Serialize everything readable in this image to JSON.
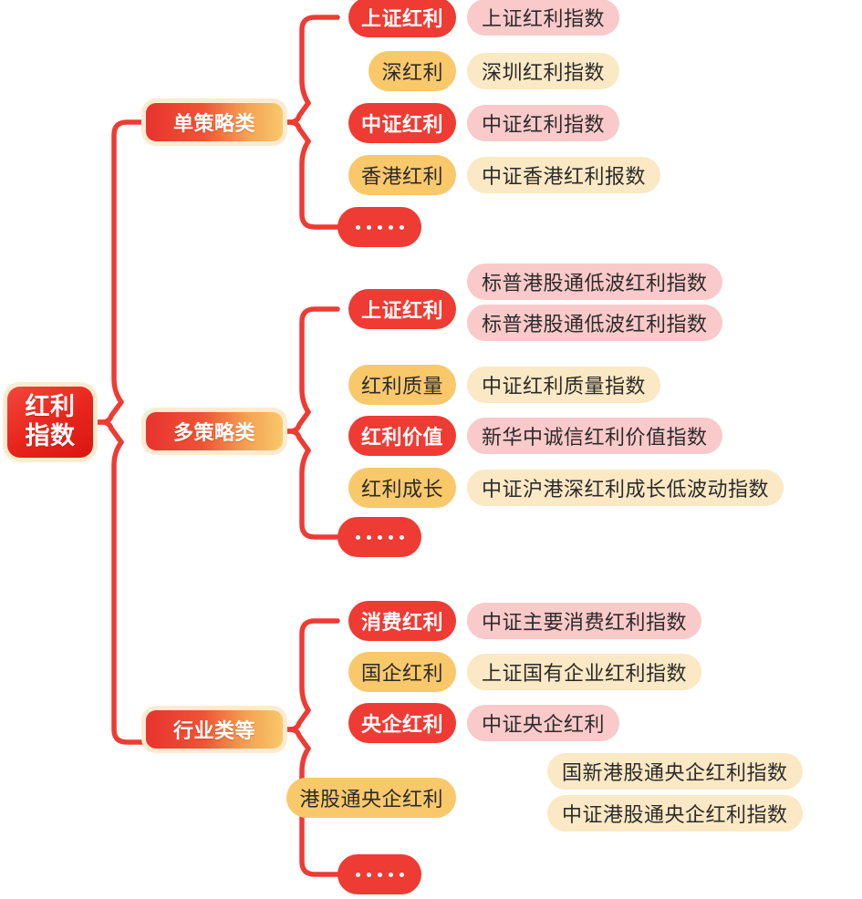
{
  "diagram": {
    "type": "mindmap",
    "root": {
      "label": "红利指数",
      "line1": "红利",
      "line2": "指数",
      "color": "#E8241C"
    },
    "palette": {
      "red_pill": "#EE3B33",
      "orange_pill": "#F9C86A",
      "pink_label": "#FAC9C9",
      "cream_label": "#FBE8C4",
      "connector": "#EE3B33",
      "group_gradient_start": "#E8332E",
      "group_gradient_end": "#F9C86A",
      "glow": "#FBEBD0"
    },
    "ellipsis_label": "……",
    "groups": [
      {
        "label": "单策略类",
        "items": [
          {
            "key": "上证红利",
            "key_style": "red",
            "descs": [
              {
                "text": "上证红利指数",
                "style": "pink"
              }
            ]
          },
          {
            "key": "深红利",
            "key_style": "orange",
            "descs": [
              {
                "text": "深圳红利指数",
                "style": "cream"
              }
            ]
          },
          {
            "key": "中证红利",
            "key_style": "red",
            "descs": [
              {
                "text": "中证红利指数",
                "style": "pink"
              }
            ]
          },
          {
            "key": "香港红利",
            "key_style": "orange",
            "descs": [
              {
                "text": "中证香港红利报数",
                "style": "cream"
              }
            ]
          },
          {
            "key": "……",
            "key_style": "ellipsis",
            "descs": []
          }
        ]
      },
      {
        "label": "多策略类",
        "items": [
          {
            "key": "上证红利",
            "key_style": "red",
            "descs": [
              {
                "text": "标普港股通低波红利指数",
                "style": "pink"
              },
              {
                "text": "标普港股通低波红利指数",
                "style": "pink"
              }
            ]
          },
          {
            "key": "红利质量",
            "key_style": "orange",
            "descs": [
              {
                "text": "中证红利质量指数",
                "style": "cream"
              }
            ]
          },
          {
            "key": "红利价值",
            "key_style": "red",
            "descs": [
              {
                "text": "新华中诚信红利价值指数",
                "style": "pink"
              }
            ]
          },
          {
            "key": "红利成长",
            "key_style": "orange",
            "descs": [
              {
                "text": "中证沪港深红利成长低波动指数",
                "style": "cream"
              }
            ]
          },
          {
            "key": "……",
            "key_style": "ellipsis",
            "descs": []
          }
        ]
      },
      {
        "label": "行业类等",
        "items": [
          {
            "key": "消费红利",
            "key_style": "red",
            "descs": [
              {
                "text": "中证主要消费红利指数",
                "style": "pink"
              }
            ]
          },
          {
            "key": "国企红利",
            "key_style": "orange",
            "descs": [
              {
                "text": "上证国有企业红利指数",
                "style": "cream"
              }
            ]
          },
          {
            "key": "央企红利",
            "key_style": "red",
            "descs": [
              {
                "text": "中证央企红利",
                "style": "pink"
              }
            ]
          },
          {
            "key": "港股通央企红利",
            "key_style": "orange",
            "descs": [
              {
                "text": "国新港股通央企红利指数",
                "style": "cream"
              },
              {
                "text": "中证港股通央企红利指数",
                "style": "cream"
              }
            ]
          },
          {
            "key": "……",
            "key_style": "ellipsis",
            "descs": []
          }
        ]
      }
    ]
  }
}
